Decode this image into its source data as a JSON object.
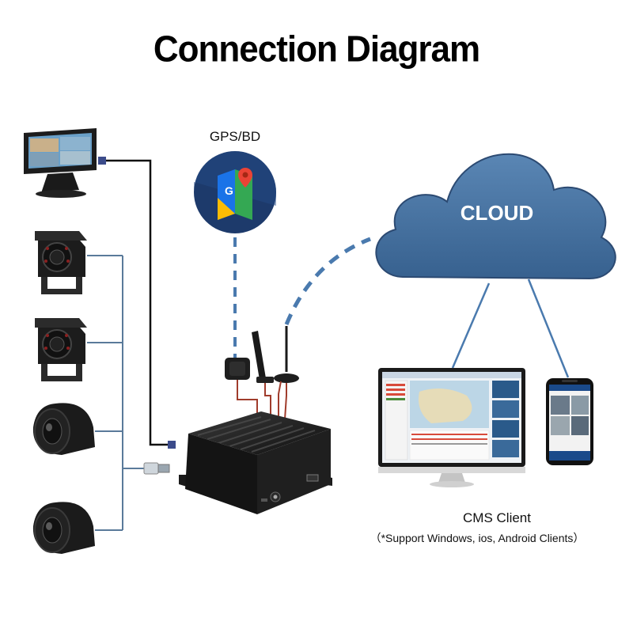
{
  "title": "Connection Diagram",
  "gps_label": "GPS/BD",
  "cloud_label": "CLOUD",
  "cms_label": "CMS Client",
  "cms_note": "（*Support Windows, ios, Android Clients）",
  "colors": {
    "cloud": "#45709f",
    "cable_gray": "#5a7a9a",
    "dashed": "#4a7aae",
    "device": "#1a1a1a"
  },
  "icons": [
    "monitor-icon",
    "camera-icon",
    "dome-camera-icon",
    "gps-map-icon",
    "mdvr-device-icon",
    "antenna-icon",
    "laptop-monitor-icon",
    "smartphone-icon"
  ]
}
